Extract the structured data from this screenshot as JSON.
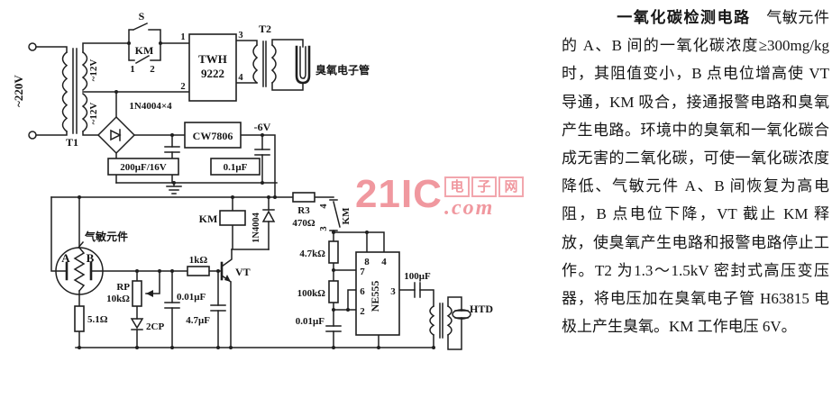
{
  "colors": {
    "ink": "#1f1f1f",
    "watermark_pink": "#f0989f",
    "paper": "#ffffff"
  },
  "watermark": {
    "brand": "21IC",
    "domain": ".com",
    "site_chars": [
      "电",
      "子",
      "网"
    ]
  },
  "article": {
    "title": "一氧化碳检测电路",
    "body": "　气敏元件的 A、B 间的一氧化碳浓度≥300mg/kg 时，其阻值变小，B 点电位增高使 VT 导通，KM 吸合，接通报警电路和臭氧产生电路。环境中的臭氧和一氧化碳合成无害的二氧化碳，可使一氧化碳浓度降低、气敏元件 A、B 间恢复为高电阻，B 点电位下降，VT 截止 KM 释放，使臭氧产生电路和报警电路停止工作。T2 为1.3～1.5kV 密封式高压变压器，将电压加在臭氧电子管 H63815 电极上产生臭氧。KM 工作电压 6V。"
  },
  "circuit": {
    "power": {
      "ac_input": "~220V",
      "t1": "T1",
      "sec_winding_1": "~12V",
      "sec_winding_2": "~12V",
      "switch_s": "S",
      "km_contact_a": "KM",
      "km_term_1": "1",
      "km_term_2": "2",
      "ic_line1": "TWH",
      "ic_line2": "9222",
      "pin1": "1",
      "pin2": "2",
      "pin3": "3",
      "pin4": "4",
      "t2": "T2",
      "ozone_tube": "臭氧电子管",
      "bridge": "1N4004×4",
      "regulator": "CW7806",
      "cap_filter": "200μF/16V",
      "cap_out": "0.1μF",
      "rail": "-6V"
    },
    "driver": {
      "sensor_label": "气敏元件",
      "electrode_a": "A",
      "electrode_b": "B",
      "r_heater": "5.1Ω",
      "rp": "RP",
      "rp_value": "10kΩ",
      "diode_2cp": "2CP",
      "cap_in": "0.01μF",
      "cap_base": "4.7μF",
      "r_base": "1kΩ",
      "vt": "VT",
      "km_coil": "KM",
      "flyback_diode": "1N4004",
      "r3": "R3",
      "r3_value": "470Ω"
    },
    "alarm": {
      "km_contact_b": "KM",
      "km_term_4": "4",
      "km_term_3": "3",
      "r4": "4.7kΩ",
      "r5": "100kΩ",
      "cap_timing": "0.01μF",
      "ic": "NE555",
      "pin8": "8",
      "pin4": "4",
      "pin7": "7",
      "pin6": "6",
      "pin2": "2",
      "pin3": "3",
      "cap_coupling": "100μF",
      "htd": "HTD"
    }
  }
}
